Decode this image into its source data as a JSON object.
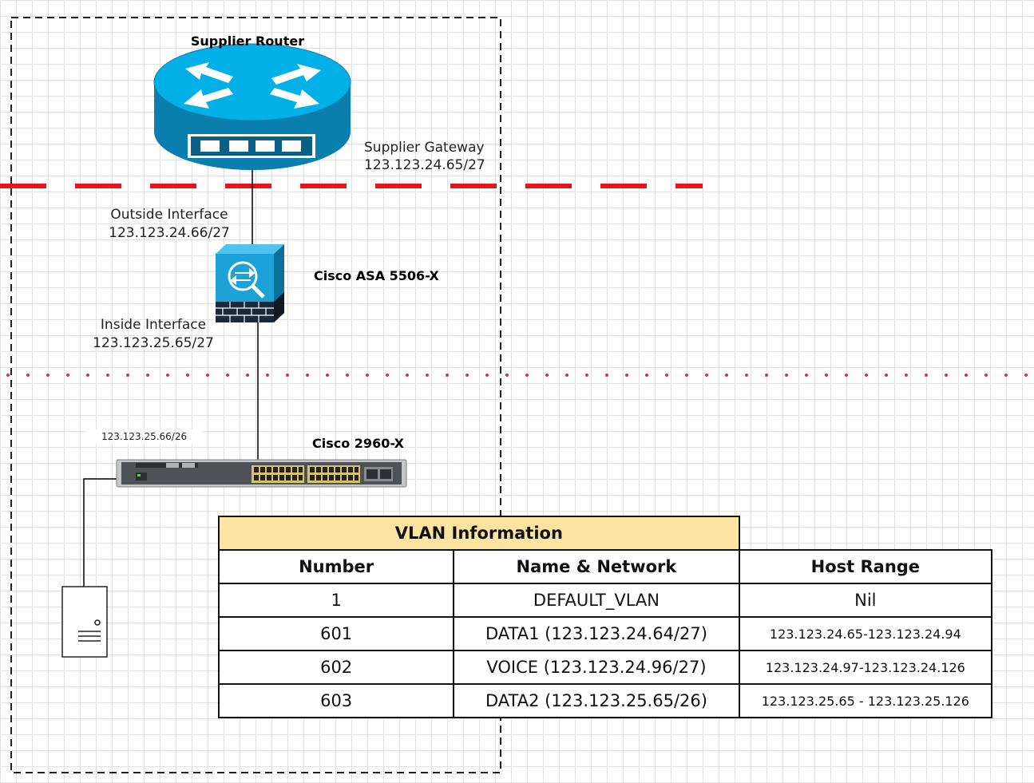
{
  "devices": {
    "router": {
      "name": "Supplier Router",
      "color": "#00b0e6"
    },
    "firewall": {
      "name": "Cisco ASA 5506-X",
      "color": "#1da2d8"
    },
    "switch": {
      "name": "Cisco 2960-X",
      "ip": "123.123.25.66/26"
    }
  },
  "labels": {
    "supplier_gateway": {
      "name": "Supplier Gateway",
      "ip": "123.123.24.65/27"
    },
    "outside_interface": {
      "name": "Outside Interface",
      "ip": "123.123.24.66/27"
    },
    "inside_interface": {
      "name": "Inside Interface",
      "ip": "123.123.25.65/27"
    }
  },
  "vlan_table": {
    "title": "VLAN Information",
    "headers": [
      "Number",
      "Name & Network",
      "Host Range"
    ],
    "rows": [
      [
        "1",
        "DEFAULT_VLAN",
        "Nil"
      ],
      [
        "601",
        "DATA1 (123.123.24.64/27)",
        "123.123.24.65-123.123.24.94"
      ],
      [
        "602",
        "VOICE (123.123.24.96/27)",
        "123.123.24.97-123.123.24.126"
      ],
      [
        "603",
        "DATA2 (123.123.25.65/26)",
        "123.123.25.65 - 123.123.25.126"
      ]
    ],
    "title_color": "#fce4a0"
  },
  "colors": {
    "red_dash": "#e8141c",
    "dotted": "#c9403a",
    "boundary": "#222222"
  }
}
